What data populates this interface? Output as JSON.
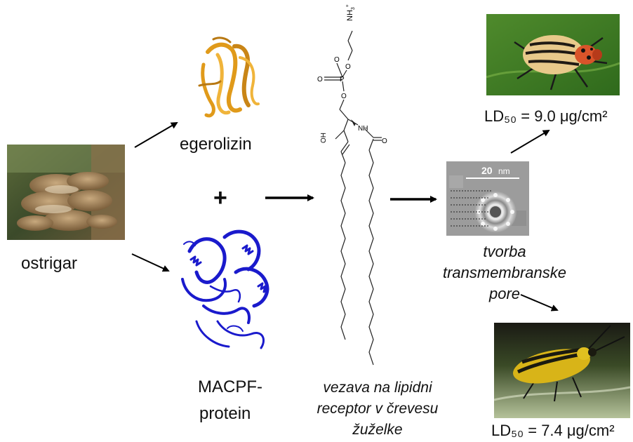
{
  "labels": {
    "mushroom": "ostrigar",
    "protein_top": "egerolizin",
    "plus": "+",
    "protein_bottom_line1": "MACPF-",
    "protein_bottom_line2": "protein",
    "lipid_line1": "vezava na lipidni",
    "lipid_line2": "receptor v črevesu",
    "lipid_line3": "žuželke",
    "pore_line1": "tvorba",
    "pore_line2": "transmembranske",
    "pore_line3": "pore",
    "ld_top": "LD₅₀ = 9.0 μg/cm²",
    "ld_bottom": "LD₅₀ = 7.4 μg/cm²"
  },
  "molecule": {
    "nh3": "NH",
    "nh3_sub": "3",
    "nh3_sup": "+",
    "o1": "O",
    "p": "P",
    "o2": "O",
    "o3": "O",
    "o4": "O",
    "oh": "OH",
    "nh": "NH",
    "o5": "O"
  },
  "micrograph": {
    "scale": "20",
    "unit": "nm"
  },
  "colors": {
    "egerolysin": "#e09a1a",
    "macpf": "#1a1acc",
    "arrow": "#000000",
    "bond": "#222222"
  }
}
